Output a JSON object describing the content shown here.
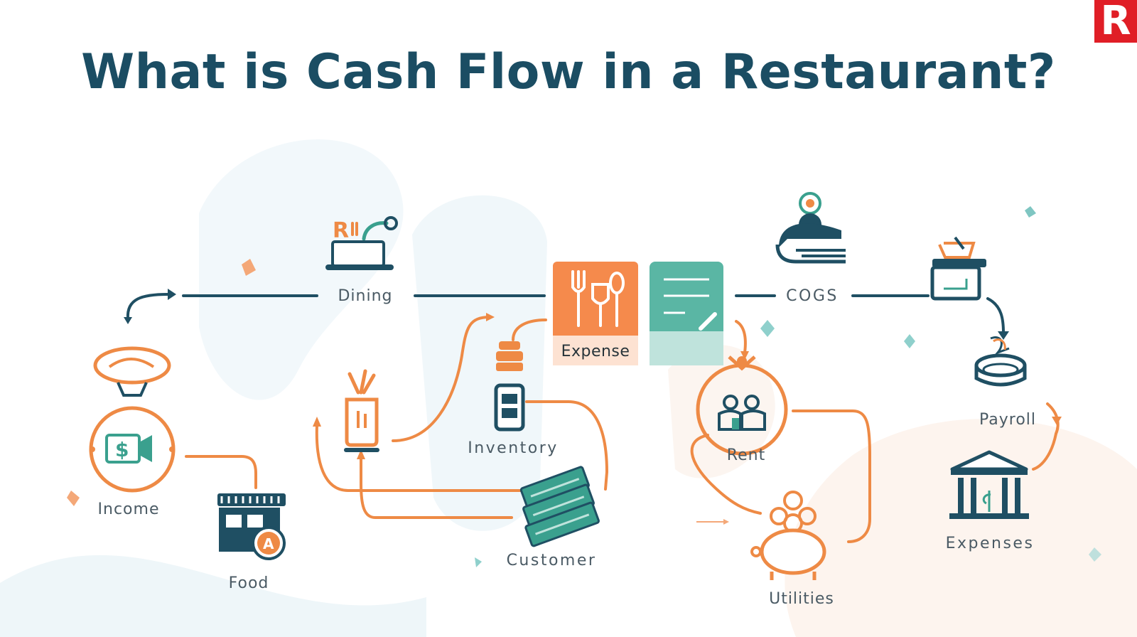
{
  "title": "What is Cash Flow in a Restaurant?",
  "brand_letter": "R",
  "nodes": {
    "dining": "Dining",
    "cogs": "COGS",
    "expense": "Expense",
    "income": "Income",
    "food": "Food",
    "inventory": "Inventory",
    "customer": "Customer",
    "rent": "Rent",
    "utilities": "Utilities",
    "payroll": "Payroll",
    "expenses": "Expenses"
  },
  "colors": {
    "title": "#1b4d63",
    "navy": "#1f4f63",
    "orange": "#ee8a45",
    "teal": "#3aa08e",
    "card_orange": "#f58a4c",
    "card_teal": "#5ab6a4",
    "brand_red": "#e01e26"
  }
}
